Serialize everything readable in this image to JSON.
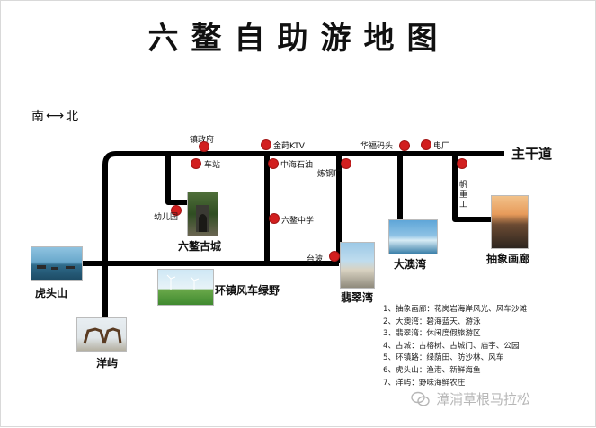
{
  "title": "六鳌自助游地图",
  "compass": {
    "left": "南",
    "right": "北"
  },
  "main_road": "主干道",
  "stops": {
    "zhengfu": "镇政府",
    "ktv": "金莳KTV",
    "matou": "华福码头",
    "dianchang": "电厂",
    "chezhan": "车站",
    "shiyou": "中海石油",
    "liangang": "炼钢厂",
    "zhonggong": "一帆重工",
    "youeryuan": "幼儿园",
    "zhongxue": "六鳌中学",
    "taiqiu": "台玻"
  },
  "attractions": {
    "gucheng": "六鳌古城",
    "hutoushan": "虎头山",
    "fengche": "环镇风车绿野",
    "feicuiwan": "翡翠湾",
    "daaowan": "大澳湾",
    "huanglang": "抽象画廊",
    "yangyu": "洋屿"
  },
  "legend": [
    "1、抽象画廊：花岗岩海岸风光、风车沙滩",
    "2、大澳湾：碧海蓝天、游泳",
    "3、翡翠湾：休闲度假旅游区",
    "4、古城：古榕树、古城门、庙宇、公园",
    "5、环镇路：绿荫田、防沙林、风车",
    "6、虎头山：渔港、新鲜海鱼",
    "7、洋屿：野味海鲜农庄"
  ],
  "watermark": "漳浦草根马拉松",
  "colors": {
    "road": "#000000",
    "stop_dot": "#d21f1f",
    "watermark": "#b7b7b7"
  }
}
